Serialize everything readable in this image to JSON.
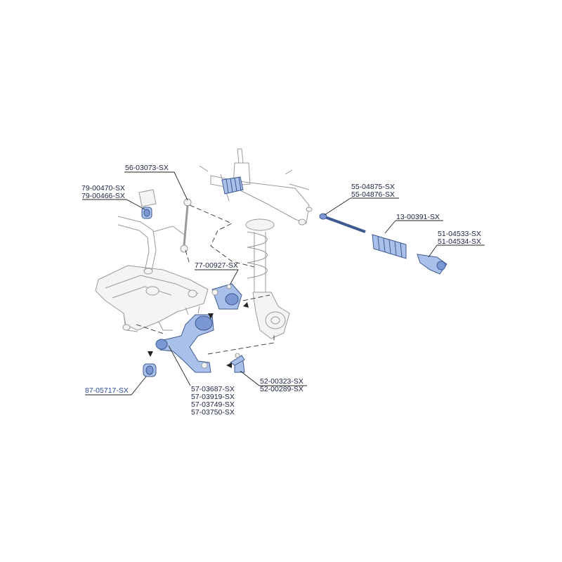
{
  "parts": {
    "stabilizer_link": "56-03073-SX",
    "stabilizer_bushing_1": "79-00470-SX",
    "stabilizer_bushing_2": "79-00466-SX",
    "tie_rod_inner_1": "55-04875-SX",
    "tie_rod_inner_2": "55-04876-SX",
    "steering_boot": "13-00391-SX",
    "tie_rod_end_1": "51-04533-SX",
    "tie_rod_end_2": "51-04534-SX",
    "arm_bushing_rear": "77-00927-SX",
    "arm_bushing_front": "87-05717-SX",
    "ball_joint_1": "52-00323-SX",
    "ball_joint_2": "52-00289-SX",
    "control_arm_1": "57-03687-SX",
    "control_arm_2": "57-03919-SX",
    "control_arm_3": "57-03749-SX",
    "control_arm_4": "57-03750-SX"
  },
  "colors": {
    "highlight_part": "#a9c0ea",
    "highlight_outline": "#3e5a91",
    "linked_label": "#2a4d9c",
    "drawing_gray": "#9a9a9a"
  }
}
